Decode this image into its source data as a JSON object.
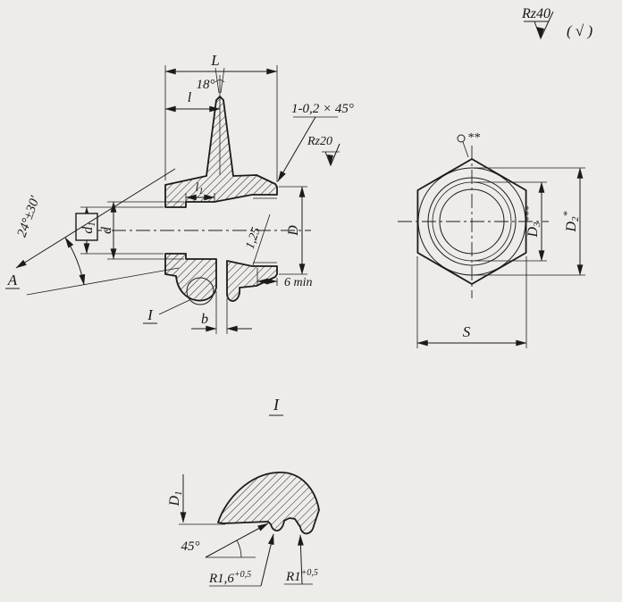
{
  "ink": "#1b1b1b",
  "paper": "#edece8",
  "roughness": {
    "rz40": "Rz40",
    "paren_check": "( √ )",
    "rz20": "Rz20",
    "r125": "1,25"
  },
  "section": {
    "dim_L": "L",
    "dim_l": "l",
    "angle_18": "18°",
    "chamfer": "1-0,2 × 45°",
    "dim_d1": {
      "base": "d",
      "sub": "1"
    },
    "dim_d": "d",
    "dim_l1": {
      "base": "l",
      "sub": "1"
    },
    "angle_24": "24°±30′",
    "view_label": "A",
    "dim_D": "D",
    "dim_6min": "6 min",
    "detail_ref": "I",
    "dim_b": "b"
  },
  "end_view": {
    "ref_stars": "**",
    "dim_D3": {
      "base": "D",
      "sub": "3",
      "sup": "***"
    },
    "dim_D2": {
      "base": "D",
      "sub": "2",
      "sup": "*"
    },
    "dim_S": "S"
  },
  "detail": {
    "title": "I",
    "dim_D1": {
      "base": "D",
      "sub": "1"
    },
    "angle_45": "45°",
    "r1": {
      "base": "R1,6",
      "sup": "+0,5"
    },
    "r2": {
      "base": "R1",
      "sup": "+0,5"
    }
  }
}
